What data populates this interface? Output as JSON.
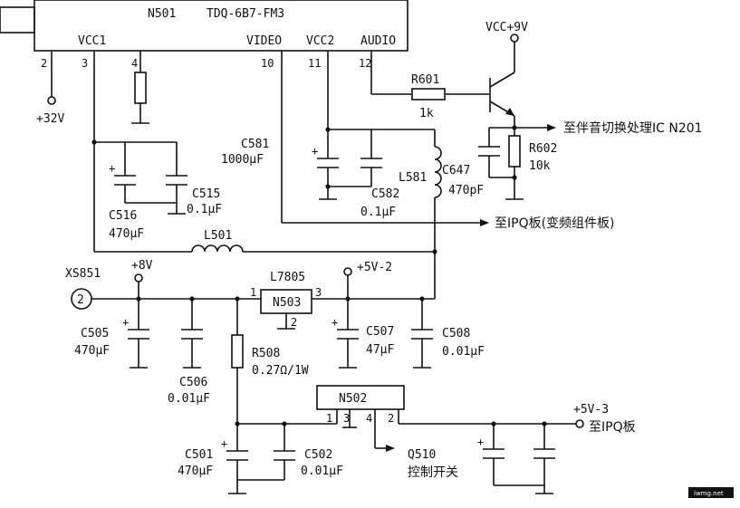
{
  "n501": {
    "ref": "N501",
    "model": "TDQ-6B7-FM3",
    "pin_vcc1": "VCC1",
    "pin_video": "VIDEO",
    "pin_vcc2": "VCC2",
    "pin_audio": "AUDIO",
    "pins": {
      "p2": "2",
      "p3": "3",
      "p4": "4",
      "p10": "10",
      "p11": "11",
      "p12": "12"
    }
  },
  "supply32": "+32V",
  "vcc9": "VCC+9V",
  "r601": {
    "ref": "R601",
    "val": "1k"
  },
  "r602": {
    "ref": "R602",
    "val": "10k"
  },
  "c647": {
    "ref": "C647",
    "val": "470pF"
  },
  "audio_out": "至伴音切换处理IC N201",
  "c581": {
    "ref": "C581",
    "val": "1000μF"
  },
  "c582": {
    "ref": "C582",
    "val": "0.1μF"
  },
  "l581": "L581",
  "c516": {
    "ref": "C516",
    "val": "470μF"
  },
  "c515": {
    "ref": "C515",
    "val": "0.1μF"
  },
  "video_out": "至IPQ板(变频组件板)",
  "l501": "L501",
  "xs851": {
    "ref": "XS851",
    "pin": "2"
  },
  "v8": "+8V",
  "l7805": "L7805",
  "n503": {
    "ref": "N503",
    "p1": "1",
    "p2": "2",
    "p3": "3"
  },
  "v5_2": "+5V-2",
  "c505": {
    "ref": "C505",
    "val": "470μF"
  },
  "c506": {
    "ref": "C506",
    "val": "0.01μF"
  },
  "c507": {
    "ref": "C507",
    "val": "47μF"
  },
  "c508": {
    "ref": "C508",
    "val": "0.01μF"
  },
  "r508": {
    "ref": "R508",
    "val": "0.27Ω/1W"
  },
  "n502": {
    "ref": "N502",
    "p1": "1",
    "p3": "3",
    "p4": "4",
    "p2": "2"
  },
  "v5_3": "+5V-3",
  "ipq_out": "至IPQ板",
  "c501": {
    "ref": "C501",
    "val": "470μF"
  },
  "c502": {
    "ref": "C502",
    "val": "0.01μF"
  },
  "q510": {
    "ref": "Q510",
    "desc": "控制开关"
  },
  "watermark": "iwmg.net"
}
